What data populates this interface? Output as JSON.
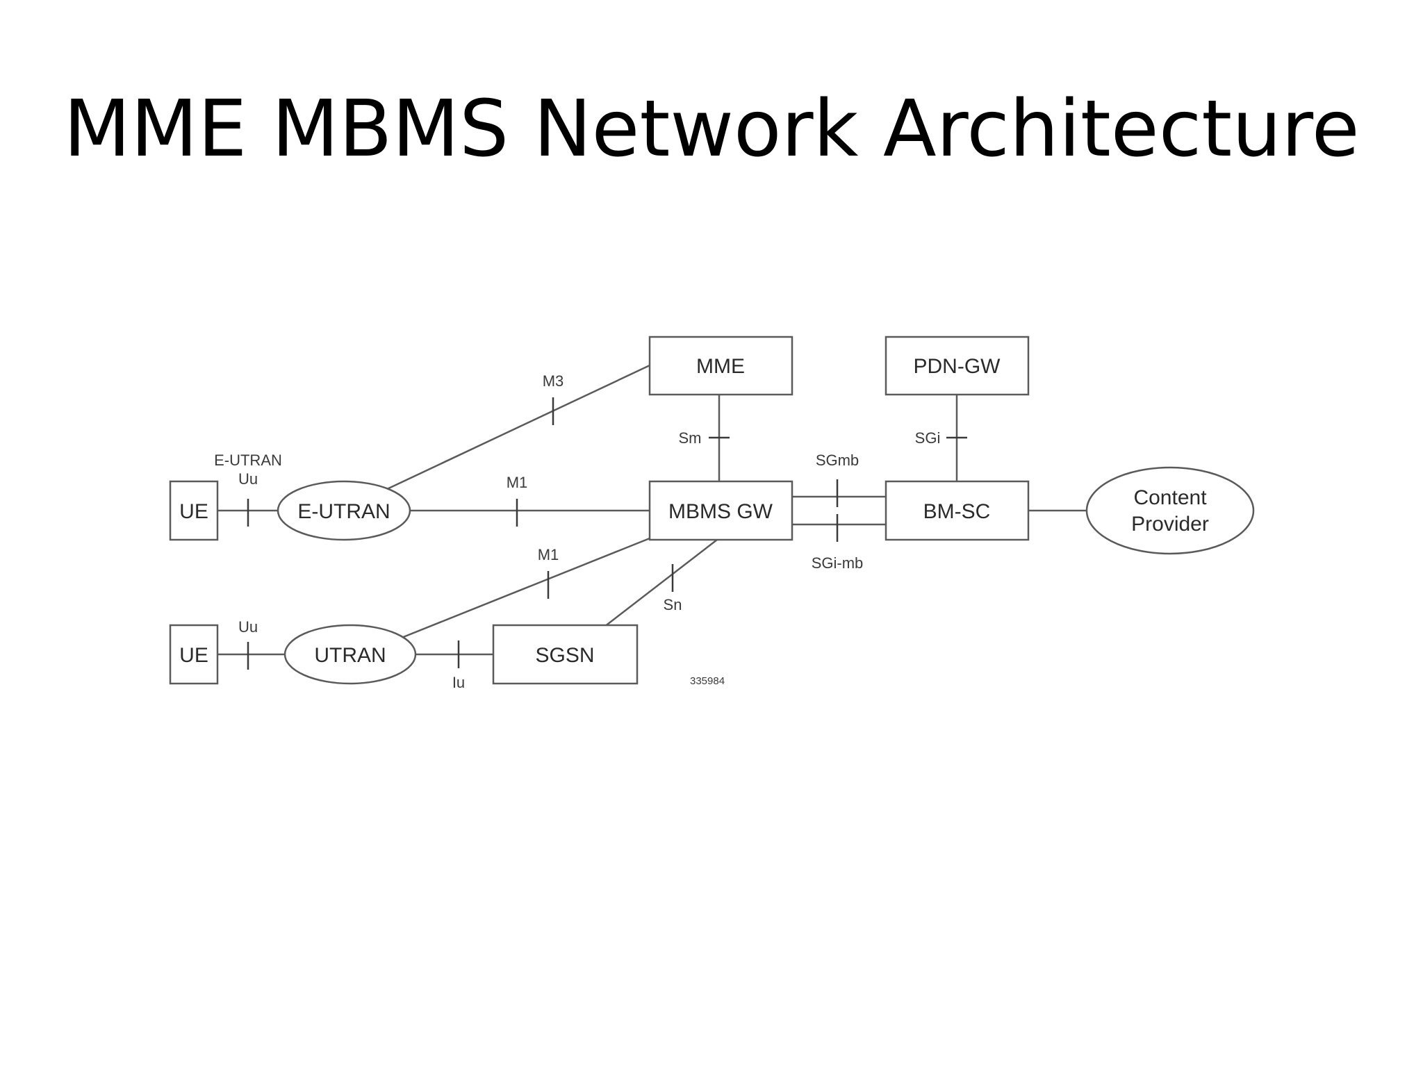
{
  "title": "MME MBMS Network Architecture",
  "nodes": {
    "ue_top": "UE",
    "ue_bottom": "UE",
    "eutran": "E-UTRAN",
    "utran": "UTRAN",
    "mme": "MME",
    "mbms_gw": "MBMS GW",
    "sgsn": "SGSN",
    "pdn_gw": "PDN-GW",
    "bm_sc": "BM-SC",
    "content_provider_line1": "Content",
    "content_provider_line2": "Provider"
  },
  "interfaces": {
    "eutran_uu_line1": "E-UTRAN",
    "eutran_uu_line2": "Uu",
    "m3": "M3",
    "m1_eutran": "M1",
    "sm": "Sm",
    "sgmb": "SGmb",
    "sgi_mb": "SGi-mb",
    "sgi": "SGi",
    "m1_utran": "M1",
    "sn": "Sn",
    "uu_utran": "Uu",
    "iu": "Iu"
  },
  "figure_id": "335984"
}
